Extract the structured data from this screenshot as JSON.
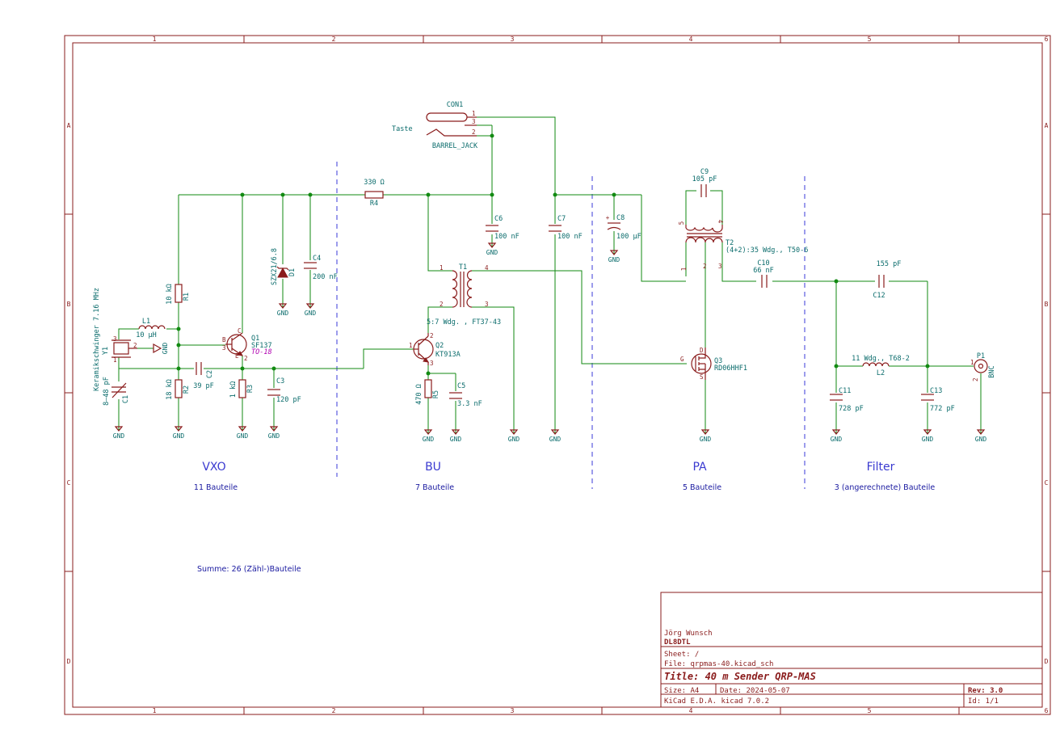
{
  "schematic": {
    "frame": {
      "col_labels": [
        "1",
        "2",
        "3",
        "4",
        "5",
        "6"
      ],
      "row_labels": [
        "A",
        "B",
        "C",
        "D"
      ]
    },
    "sections": [
      {
        "name": "VXO",
        "count": "11 Bauteile"
      },
      {
        "name": "BU",
        "count": "7 Bauteile"
      },
      {
        "name": "PA",
        "count": "5 Bauteile"
      },
      {
        "name": "Filter",
        "count": "3 (angerechnete) Bauteile"
      }
    ],
    "total": "Summe: 26 (Zähl-)Bauteile",
    "gnd_label": "GND",
    "components": {
      "con1": {
        "ref": "CON1",
        "value": "BARREL_JACK",
        "label": "Taste",
        "pins": [
          "1",
          "3",
          "2"
        ]
      },
      "r4": {
        "ref": "R4",
        "value": "330 Ω"
      },
      "r1": {
        "ref": "R1",
        "value": "10 kΩ"
      },
      "r2": {
        "ref": "R2",
        "value": "18 kΩ"
      },
      "r3": {
        "ref": "R3",
        "value": "1 kΩ"
      },
      "r5": {
        "ref": "R5",
        "value": "470 Ω"
      },
      "l1": {
        "ref": "L1",
        "value": "10 µH"
      },
      "y1": {
        "ref": "Y1",
        "value": "Keramikschwinger 7.16 MHz",
        "pins": [
          "3",
          "2",
          "1"
        ]
      },
      "c1": {
        "ref": "C1",
        "value": "8–48 pF"
      },
      "c2": {
        "ref": "C2",
        "value": "39 pF"
      },
      "c3": {
        "ref": "C3",
        "value": "120 pF"
      },
      "c4": {
        "ref": "C4",
        "value": "200 nF"
      },
      "c5": {
        "ref": "C5",
        "value": "3.3 nF"
      },
      "c6": {
        "ref": "C6",
        "value": "100 nF"
      },
      "c7": {
        "ref": "C7",
        "value": "100 nF"
      },
      "c8": {
        "ref": "C8",
        "value": "100 µF"
      },
      "c9": {
        "ref": "C9",
        "value": "105 pF"
      },
      "c10": {
        "ref": "C10",
        "value": "66 nF"
      },
      "c11": {
        "ref": "C11",
        "value": "728 pF"
      },
      "c12": {
        "ref": "C12",
        "value": "155 pF"
      },
      "c13": {
        "ref": "C13",
        "value": "772 pF"
      },
      "d1": {
        "ref": "D1",
        "value": "SZX21/6.8"
      },
      "q1": {
        "ref": "Q1",
        "value": "SF137",
        "package": "TO-18",
        "pins": [
          "B",
          "C",
          "E",
          "1",
          "2",
          "3"
        ]
      },
      "q2": {
        "ref": "Q2",
        "value": "KT913A",
        "pins": [
          "1",
          "2",
          "3"
        ]
      },
      "q3": {
        "ref": "Q3",
        "value": "RD06HHF1",
        "pins": [
          "G",
          "D",
          "S"
        ]
      },
      "t1": {
        "ref": "T1",
        "value": "5:7 Wdg. , FT37-43",
        "pins": [
          "1",
          "2",
          "3",
          "4"
        ]
      },
      "t2": {
        "ref": "T2",
        "value": "(4+2):35 Wdg., T50-6",
        "pins": [
          "1",
          "2",
          "3",
          "4",
          "5"
        ]
      },
      "l2": {
        "ref": "L2",
        "value": "11 Wdg., T68-2"
      },
      "p1": {
        "ref": "P1",
        "value": "BNC",
        "pins": [
          "1",
          "2"
        ]
      }
    },
    "title_block": {
      "author": "Jörg Wunsch",
      "callsign": "DL8DTL",
      "sheet": "Sheet: /",
      "file": "File: qrpmas-40.kicad_sch",
      "title": "Title: 40 m Sender QRP-MAS",
      "size": "Size: A4",
      "date": "Date: 2024-05-07",
      "rev": "Rev: 3.0",
      "tool": "KiCad E.D.A.  kicad 7.0.2",
      "id": "Id: 1/1"
    },
    "colors": {
      "frame": "#8a1c1c",
      "wire": "#128a12",
      "text": "#0b6c6c",
      "section": "#3a3ad0"
    }
  }
}
